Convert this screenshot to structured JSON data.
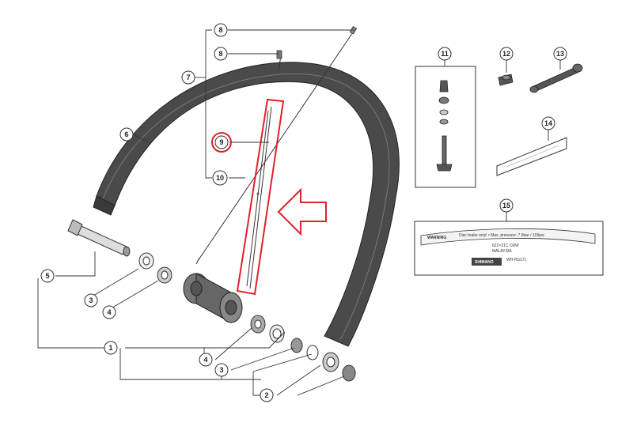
{
  "diagram": {
    "callouts": {
      "c1": "1",
      "c2": "2",
      "c3a": "3",
      "c3b": "3",
      "c4a": "4",
      "c4b": "4",
      "c5": "5",
      "c6": "6",
      "c7": "7",
      "c8a": "8",
      "c8b": "8",
      "c9": "9",
      "c10": "10",
      "c11": "11",
      "c12": "12",
      "c13": "13",
      "c14": "14",
      "c15": "15"
    },
    "rim_tape": {
      "warning": "WARNING",
      "warning_text": "Disc brake only! • Max. pressure: 7.5bar / 109psi",
      "size": "622×21C  CRW",
      "origin": "MALAYSIA",
      "brand": "SHIMANO",
      "model": "WH-RS171"
    },
    "colors": {
      "highlight": "#e0202a",
      "rim": "#4a4a4a",
      "line": "#333333"
    }
  }
}
